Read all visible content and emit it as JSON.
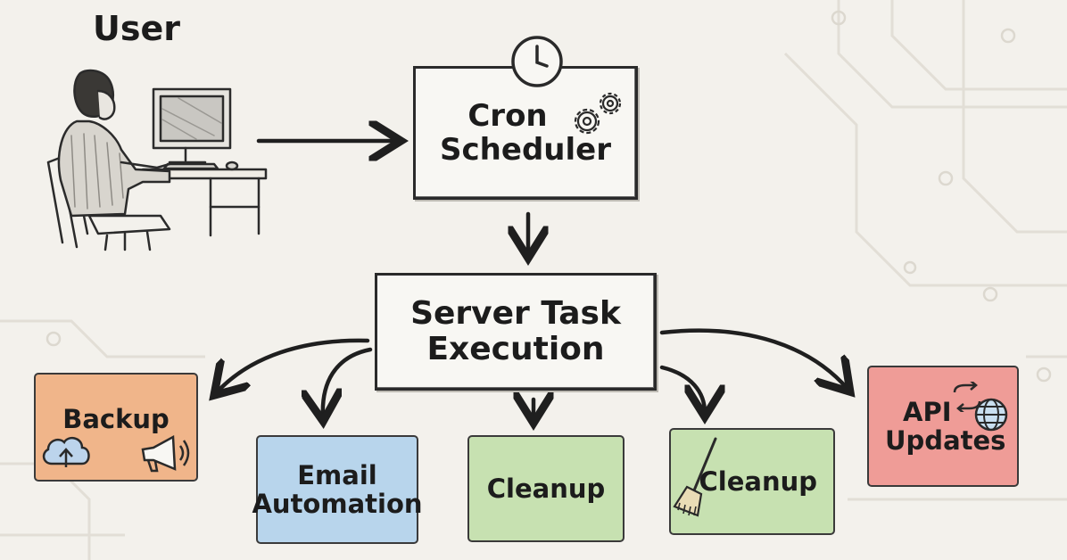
{
  "diagram": {
    "user": {
      "label": "User"
    },
    "scheduler": {
      "line1": "Cron",
      "line2": "Scheduler",
      "icons": [
        "clock-icon",
        "gears-icon"
      ]
    },
    "executor": {
      "line1": "Server Task",
      "line2": "Execution"
    },
    "tasks": [
      {
        "id": "backup",
        "line1": "Backup",
        "line2": "",
        "color": "#f0b58a",
        "icons": [
          "cloud-upload-icon",
          "megaphone-icon"
        ]
      },
      {
        "id": "email",
        "line1": "Email",
        "line2": "Automation",
        "color": "#b8d5ec"
      },
      {
        "id": "cleanup-1",
        "line1": "Cleanup",
        "line2": "",
        "color": "#c7e1b1"
      },
      {
        "id": "cleanup-2",
        "line1": "Cleanup",
        "line2": "",
        "color": "#c7e1b1",
        "icons": [
          "broom-icon"
        ]
      },
      {
        "id": "api",
        "line1": "API",
        "line2": "Updates",
        "color": "#ef9c97",
        "icons": [
          "sync-arrows-icon",
          "globe-icon"
        ]
      }
    ],
    "edges": [
      {
        "from": "User",
        "to": "Cron Scheduler"
      },
      {
        "from": "Cron Scheduler",
        "to": "Server Task Execution"
      },
      {
        "from": "Server Task Execution",
        "to": "Backup"
      },
      {
        "from": "Server Task Execution",
        "to": "Email Automation"
      },
      {
        "from": "Server Task Execution",
        "to": "Cleanup"
      },
      {
        "from": "Server Task Execution",
        "to": "Cleanup"
      },
      {
        "from": "Server Task Execution",
        "to": "API Updates"
      }
    ]
  }
}
